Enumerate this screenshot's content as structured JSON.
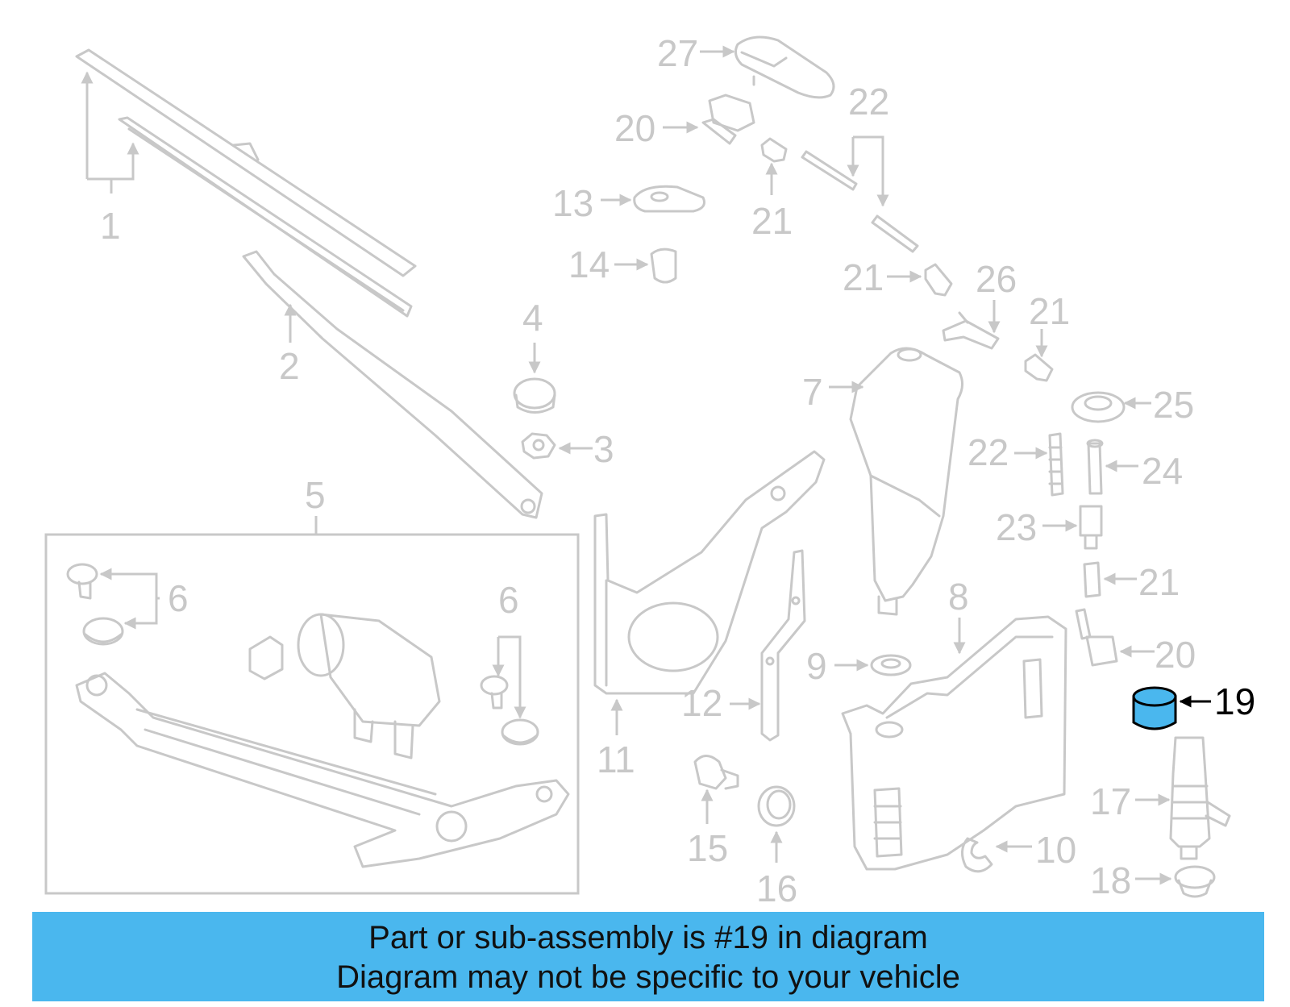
{
  "callouts": {
    "c1": "1",
    "c2": "2",
    "c3": "3",
    "c4": "4",
    "c5": "5",
    "c6a": "6",
    "c6b": "6",
    "c7": "7",
    "c8": "8",
    "c9": "9",
    "c10": "10",
    "c11": "11",
    "c12": "12",
    "c13": "13",
    "c14": "14",
    "c15": "15",
    "c16": "16",
    "c17": "17",
    "c18": "18",
    "c19": "19",
    "c20a": "20",
    "c20b": "20",
    "c21a": "21",
    "c21b": "21",
    "c21c": "21",
    "c21d": "21",
    "c22a": "22",
    "c22b": "22",
    "c23": "23",
    "c24": "24",
    "c25": "25",
    "c26": "26",
    "c27": "27"
  },
  "highlight": {
    "part": "19",
    "color": "#4ab7ee"
  },
  "banner": {
    "line1": "Part or sub-assembly is #19 in diagram",
    "line2": "Diagram may not be specific to your vehicle",
    "color": "#4ab7ee"
  }
}
